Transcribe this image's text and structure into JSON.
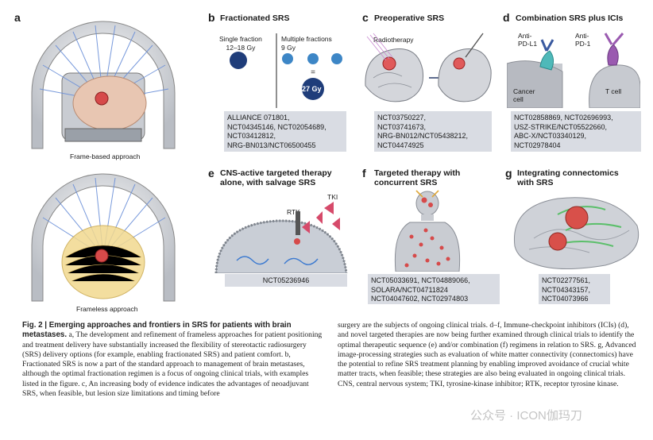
{
  "panel_a": {
    "letter": "a",
    "frame_label": "Frame-based approach",
    "frameless_label": "Frameless approach"
  },
  "panel_b": {
    "letter": "b",
    "title": "Fractionated SRS",
    "single_label": "Single fraction\n12–18 Gy",
    "multi_label": "Multiple fractions\n9 Gy",
    "total_dose": "27 Gy",
    "trials": [
      "ALLIANCE 071801,",
      "NCT04345146, NCT02054689,",
      "NCT03412812,",
      "NRG-BN013/NCT06500455"
    ]
  },
  "panel_c": {
    "letter": "c",
    "title": "Preoperative SRS",
    "radiotherapy_label": "Radiotherapy",
    "trials": [
      "NCT03750227,",
      "NCT03741673,",
      "NRG-BN012/NCT05438212,",
      "NCT04474925"
    ]
  },
  "panel_d": {
    "letter": "d",
    "title": "Combination SRS plus ICIs",
    "anti_pdl1": "Anti-\nPD-L1",
    "anti_pd1": "Anti-\nPD-1",
    "cancer_cell": "Cancer\ncell",
    "t_cell": "T cell",
    "trials": [
      "NCT02858869, NCT02696993,",
      "USZ-STRIKE/NCT05522660,",
      "ABC-X/NCT03340129,",
      "NCT02978404"
    ]
  },
  "panel_e": {
    "letter": "e",
    "title": "CNS-active targeted therapy\nalone, with salvage SRS",
    "tki_label": "TKI",
    "rtk_label": "RTK",
    "trials": [
      "NCT05236946"
    ]
  },
  "panel_f": {
    "letter": "f",
    "title": "Targeted therapy with\nconcurrent SRS",
    "trials": [
      "NCT05033691, NCT04889066,",
      "SOLARA/NCT04711824",
      "NCT04047602, NCT02974803"
    ]
  },
  "panel_g": {
    "letter": "g",
    "title": "Integrating connectomics\nwith SRS",
    "trials": [
      "NCT02277561,",
      "NCT04343157,",
      "NCT04073966"
    ]
  },
  "caption": {
    "left_bold": "Fig. 2 | Emerging approaches and frontiers in SRS for patients with brain metastases.",
    "left_body": " a, The development and refinement of frameless approaches for patient positioning and treatment delivery have substantially increased the flexibility of stereotactic radiosurgery (SRS) delivery options (for example, enabling fractionated SRS) and patient comfort. b, Fractionated SRS is now a part of the standard approach to management of brain metastases, although the optimal fractionation regimen is a focus of ongoing clinical trials, with examples listed in the figure. c, An increasing body of evidence indicates the advantages of neoadjuvant SRS, when feasible, but lesion size limitations and timing before",
    "right_body": "surgery are the subjects of ongoing clinical trials. d–f, Immune-checkpoint inhibitors (ICIs) (d), and novel targeted therapies are now being further examined through clinical trials to identify the optimal therapeutic sequence (e) and/or combination (f) regimens in relation to SRS. g, Advanced image-processing strategies such as evaluation of white matter connectivity (connectomics) have the potential to refine SRS treatment planning by enabling improved avoidance of crucial white matter tracts, when feasible; these strategies are also being evaluated in ongoing clinical trials. CNS, central nervous system; TKI, tyrosine-kinase inhibitor; RTK, receptor tyrosine kinase.",
    "watermark": "公众号 · ICON伽玛刀"
  }
}
